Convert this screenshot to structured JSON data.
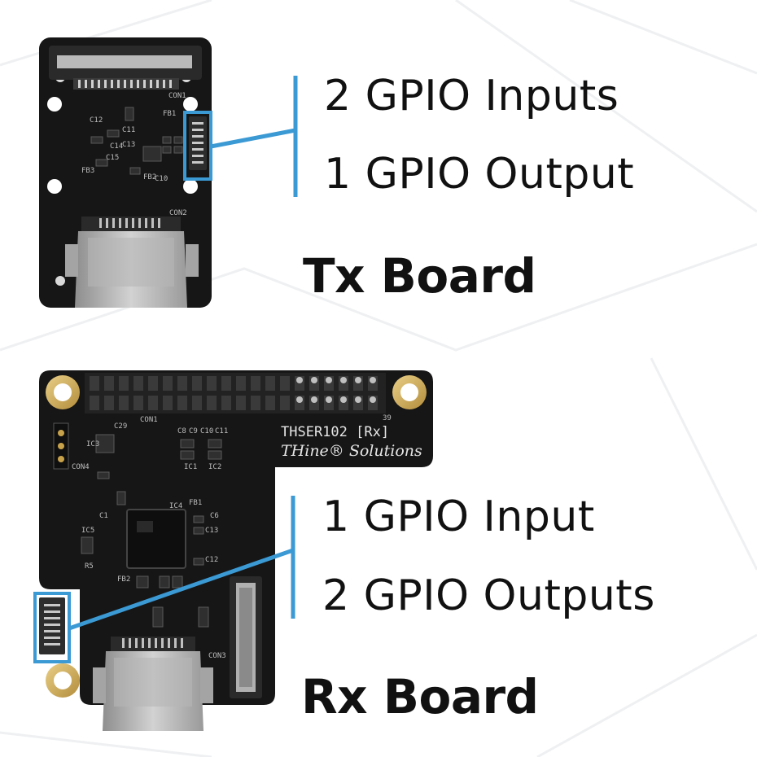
{
  "accent_color": "#3b99d4",
  "tx_board": {
    "title": "Tx Board",
    "features": [
      "2 GPIO Inputs",
      "1 GPIO Output"
    ],
    "silkscreen": [
      "CON1",
      "CON2",
      "C12",
      "C11",
      "C13",
      "C14",
      "C15",
      "FB3",
      "FB2",
      "C10",
      "FB1"
    ]
  },
  "rx_board": {
    "title": "Rx Board",
    "features": [
      "1 GPIO Input",
      "2 GPIO Outputs"
    ],
    "model_label": "THSER102 [Rx]",
    "brand_label": "THine® Solutions",
    "pin_number": "39",
    "silkscreen": [
      "CON1",
      "CON3",
      "CON4",
      "C29",
      "C8",
      "C9",
      "C10",
      "C11",
      "IC1",
      "IC2",
      "IC3",
      "IC4",
      "IC5",
      "FB1",
      "FB2",
      "C1",
      "C6",
      "C13",
      "C12",
      "R5"
    ]
  }
}
